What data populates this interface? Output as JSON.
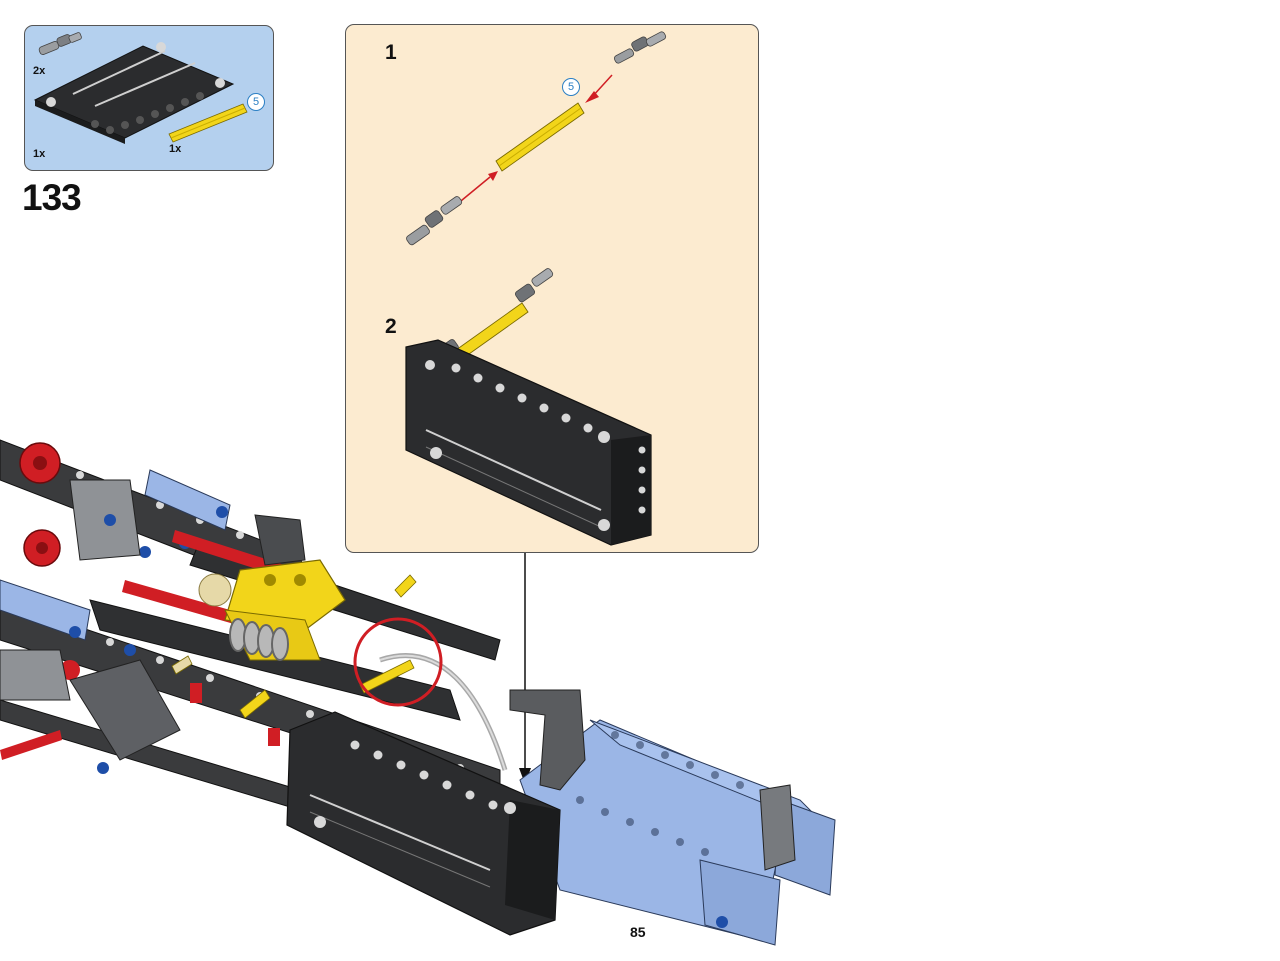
{
  "parts_list": {
    "items": [
      {
        "part": "axle-pin",
        "quantity": "2x",
        "color": "#8a8d90"
      },
      {
        "part": "thin-panel",
        "quantity": "1x",
        "color": "#2a2b2d"
      },
      {
        "part": "yellow-axle",
        "quantity": "1x",
        "length": "5",
        "color": "#f2d51a"
      }
    ]
  },
  "step": {
    "number": "133"
  },
  "callout": {
    "background": "#fcebd0",
    "substeps": [
      {
        "number": "1",
        "length": "5"
      },
      {
        "number": "2"
      }
    ]
  },
  "page": {
    "number": "85"
  },
  "colors": {
    "parts_box_bg": "#b4d0ee",
    "panel_black": "#2a2b2d",
    "model_blue": "#9bb6e6",
    "model_red": "#d01e24",
    "axle_yellow": "#f2d51a",
    "highlight_circle": "#d01e24",
    "arrow_red": "#d01e24"
  }
}
